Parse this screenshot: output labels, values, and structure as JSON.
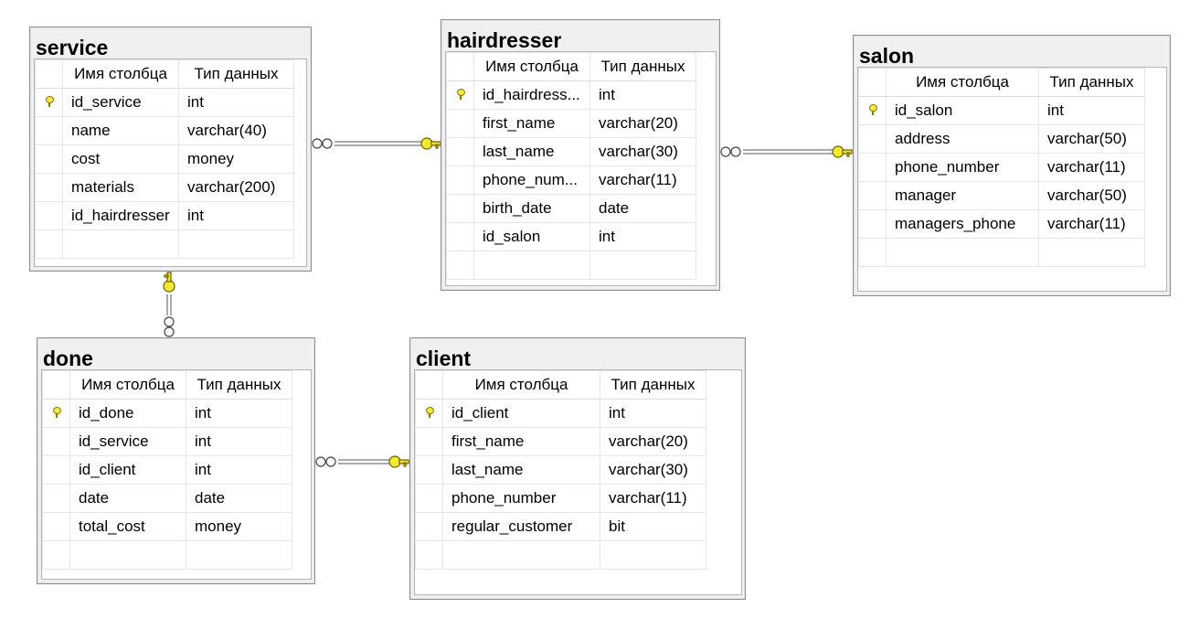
{
  "headers": {
    "column_name": "Имя столбца",
    "data_type": "Тип данных"
  },
  "tables": {
    "service": {
      "name": "service",
      "columns": [
        {
          "name": "id_service",
          "type": "int",
          "pk": true
        },
        {
          "name": "name",
          "type": "varchar(40)",
          "pk": false
        },
        {
          "name": "cost",
          "type": "money",
          "pk": false
        },
        {
          "name": "materials",
          "type": "varchar(200)",
          "pk": false
        },
        {
          "name": "id_hairdresser",
          "type": "int",
          "pk": false
        }
      ]
    },
    "hairdresser": {
      "name": "hairdresser",
      "columns": [
        {
          "name": "id_hairdress...",
          "type": "int",
          "pk": true
        },
        {
          "name": "first_name",
          "type": "varchar(20)",
          "pk": false
        },
        {
          "name": "last_name",
          "type": "varchar(30)",
          "pk": false
        },
        {
          "name": "phone_num...",
          "type": "varchar(11)",
          "pk": false
        },
        {
          "name": "birth_date",
          "type": "date",
          "pk": false
        },
        {
          "name": "id_salon",
          "type": "int",
          "pk": false
        }
      ]
    },
    "salon": {
      "name": "salon",
      "columns": [
        {
          "name": "id_salon",
          "type": "int",
          "pk": true
        },
        {
          "name": "address",
          "type": "varchar(50)",
          "pk": false
        },
        {
          "name": "phone_number",
          "type": "varchar(11)",
          "pk": false
        },
        {
          "name": "manager",
          "type": "varchar(50)",
          "pk": false
        },
        {
          "name": "managers_phone",
          "type": "varchar(11)",
          "pk": false
        }
      ]
    },
    "done": {
      "name": "done",
      "columns": [
        {
          "name": "id_done",
          "type": "int",
          "pk": true
        },
        {
          "name": "id_service",
          "type": "int",
          "pk": false
        },
        {
          "name": "id_client",
          "type": "int",
          "pk": false
        },
        {
          "name": "date",
          "type": "date",
          "pk": false
        },
        {
          "name": "total_cost",
          "type": "money",
          "pk": false
        }
      ]
    },
    "client": {
      "name": "client",
      "columns": [
        {
          "name": "id_client",
          "type": "int",
          "pk": true
        },
        {
          "name": "first_name",
          "type": "varchar(20)",
          "pk": false
        },
        {
          "name": "last_name",
          "type": "varchar(30)",
          "pk": false
        },
        {
          "name": "phone_number",
          "type": "varchar(11)",
          "pk": false
        },
        {
          "name": "regular_customer",
          "type": "bit",
          "pk": false
        }
      ]
    }
  },
  "relationships": [
    {
      "from": "service",
      "to": "hairdresser",
      "many_end": "service",
      "one_end": "hairdresser"
    },
    {
      "from": "hairdresser",
      "to": "salon",
      "many_end": "hairdresser",
      "one_end": "salon"
    },
    {
      "from": "done",
      "to": "service",
      "many_end": "done",
      "one_end": "service"
    },
    {
      "from": "done",
      "to": "client",
      "many_end": "done",
      "one_end": "client"
    }
  ]
}
